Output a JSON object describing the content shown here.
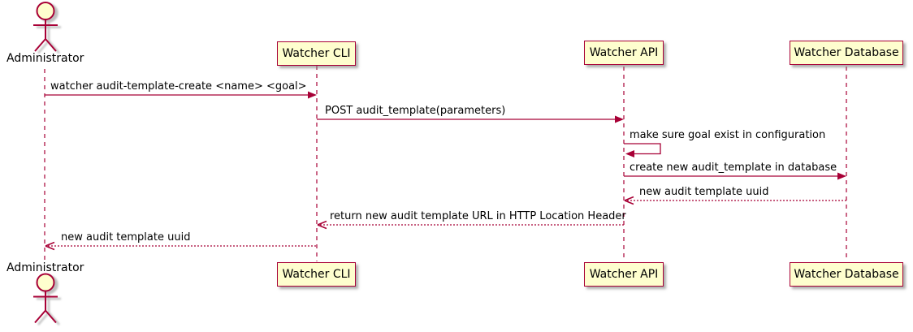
{
  "diagram": {
    "kind": "uml-sequence-diagram",
    "actor": {
      "name": "Administrator"
    },
    "participants": [
      {
        "label": "Watcher CLI"
      },
      {
        "label": "Watcher API"
      },
      {
        "label": "Watcher Database"
      }
    ],
    "messages": [
      {
        "from": "Administrator",
        "to": "Watcher CLI",
        "text": "watcher audit-template-create <name> <goal>",
        "line": "solid"
      },
      {
        "from": "Watcher CLI",
        "to": "Watcher API",
        "text": "POST audit_template(parameters)",
        "line": "solid"
      },
      {
        "from": "Watcher API",
        "to": "Watcher API",
        "text": "make sure goal exist in configuration",
        "line": "self"
      },
      {
        "from": "Watcher API",
        "to": "Watcher Database",
        "text": "create new audit_template in database",
        "line": "solid"
      },
      {
        "from": "Watcher Database",
        "to": "Watcher API",
        "text": "new audit template uuid",
        "line": "dashed"
      },
      {
        "from": "Watcher API",
        "to": "Watcher CLI",
        "text": "return new audit template URL in HTTP Location Header",
        "line": "dashed"
      },
      {
        "from": "Watcher CLI",
        "to": "Administrator",
        "text": "new audit template uuid",
        "line": "dashed"
      }
    ],
    "colors": {
      "participant_fill": "#FEFECE",
      "stroke": "#A80036",
      "text": "#000000",
      "background": "#FFFFFF"
    }
  }
}
